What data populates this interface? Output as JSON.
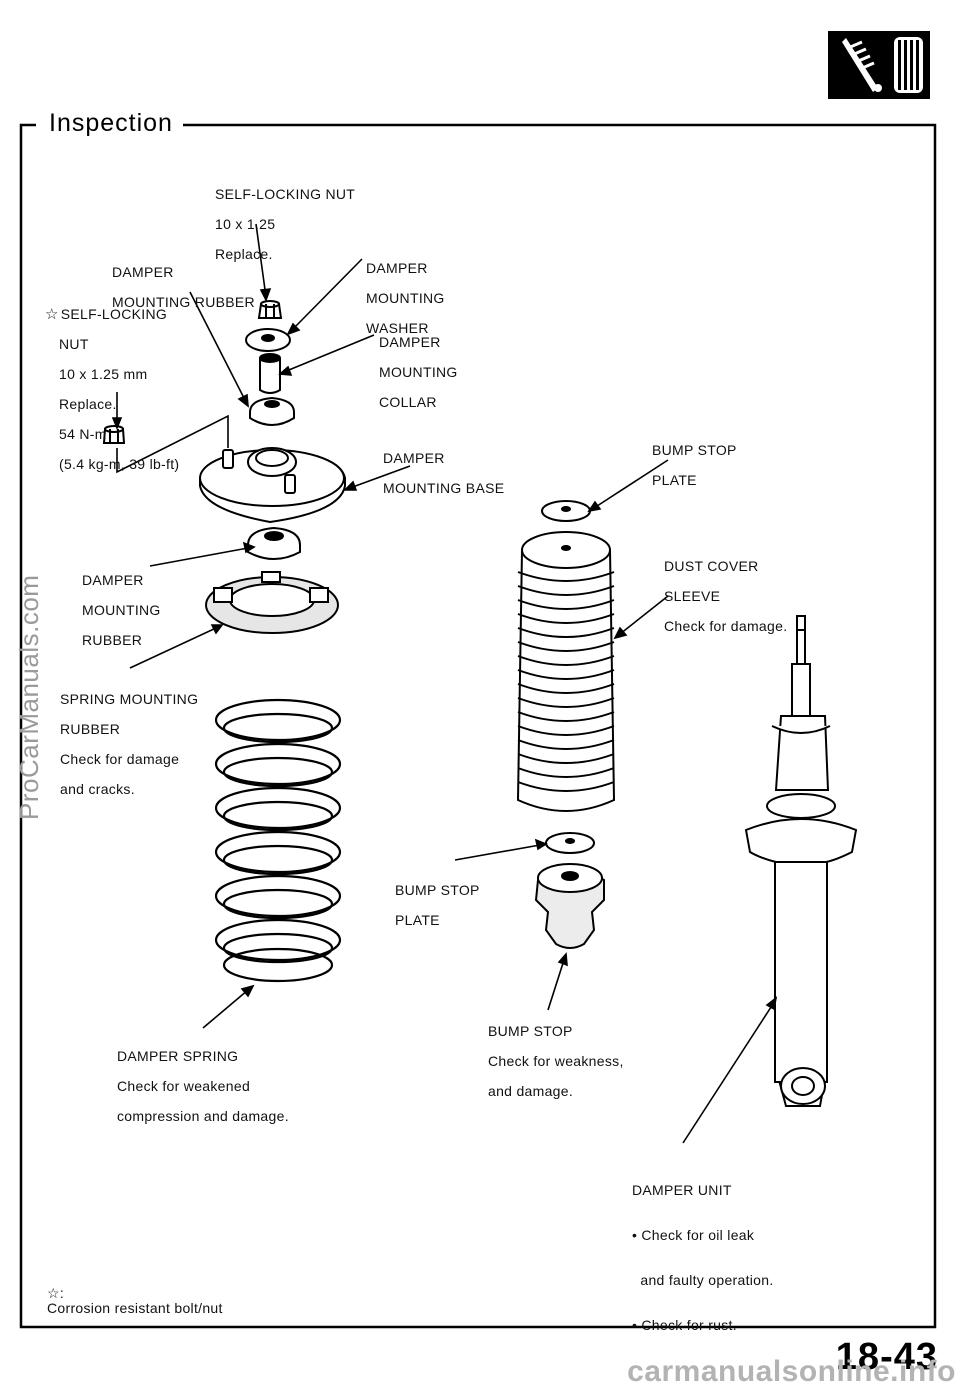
{
  "section_title": "Inspection",
  "watermark_side": "ProCarManuals.com",
  "watermark_footer": "carmanualsonline.info",
  "page_number": "18-43",
  "footnote": {
    "symbol": "☆:",
    "text": "Corrosion resistant bolt/nut"
  },
  "labels": {
    "self_locking_nut_top": [
      "SELF-LOCKING NUT",
      "10 x 1.25",
      "Replace."
    ],
    "damper_mounting_rubber_upper": [
      "DAMPER",
      "MOUNTING RUBBER"
    ],
    "self_locking_nut_side": [
      "SELF-LOCKING",
      "NUT",
      "10 x 1.25 mm",
      "Replace.",
      "54 N-m",
      "(5.4 kg-m, 39 lb-ft)"
    ],
    "damper_mounting_washer": [
      "DAMPER",
      "MOUNTING",
      "WASHER"
    ],
    "damper_mounting_collar": [
      "DAMPER",
      "MOUNTING",
      "COLLAR"
    ],
    "damper_mounting_base": [
      "DAMPER",
      "MOUNTING BASE"
    ],
    "bump_stop_plate_top": [
      "BUMP STOP",
      "PLATE"
    ],
    "damper_mounting_rubber_lower": [
      "DAMPER",
      "MOUNTING",
      "RUBBER"
    ],
    "dust_cover_sleeve": [
      "DUST COVER",
      "SLEEVE",
      "Check for damage."
    ],
    "spring_mounting_rubber": [
      "SPRING MOUNTING",
      "RUBBER",
      "Check for damage",
      "and cracks."
    ],
    "bump_stop_plate_bottom": [
      "BUMP STOP",
      "PLATE"
    ],
    "bump_stop": [
      "BUMP STOP",
      "Check for weakness,",
      "and damage."
    ],
    "damper_spring": [
      "DAMPER SPRING",
      "Check for weakened",
      "compression and damage."
    ],
    "damper_unit": [
      "DAMPER UNIT",
      "• Check for oil leak",
      "  and faulty operation.",
      "• Check for rust."
    ]
  },
  "star_symbol": "☆"
}
